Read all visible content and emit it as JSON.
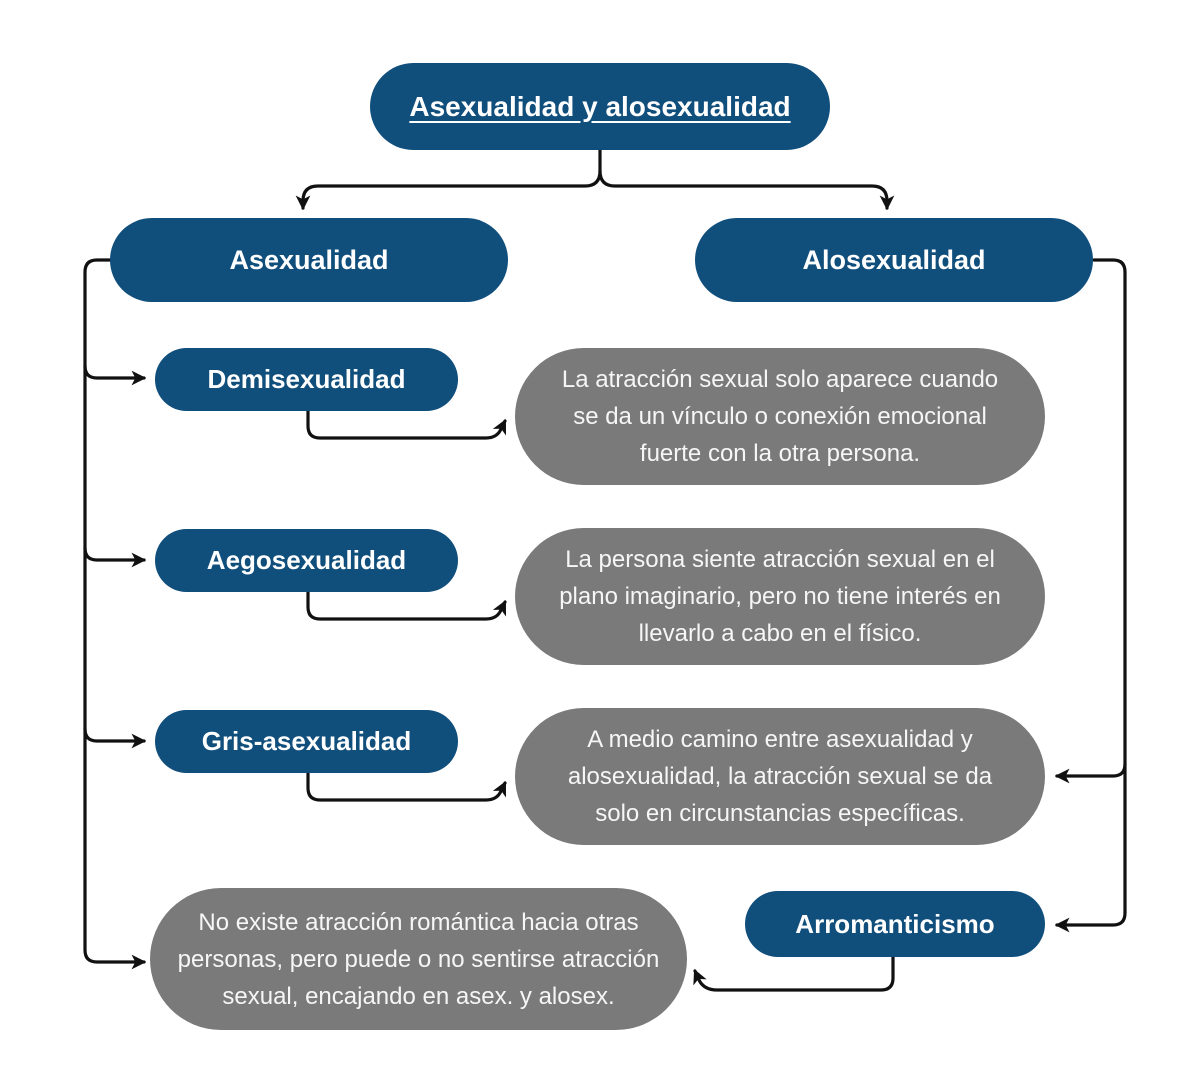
{
  "colors": {
    "node_blue": "#104e7c",
    "node_gray": "#7a7a7a",
    "pill_text": "#ffffff",
    "desc_text": "#f6f6f6",
    "connector": "#111111",
    "background": "#ffffff"
  },
  "diagram": {
    "title": "Asexualidad y alosexualidad",
    "branches": {
      "left": "Asexualidad",
      "right": "Alosexualidad"
    },
    "subtypes": [
      {
        "label": "Demisexualidad",
        "description": "La atracción sexual solo aparece cuando se da un vínculo o conexión emocional fuerte con la otra persona."
      },
      {
        "label": "Aegosexualidad",
        "description": "La persona siente atracción sexual en el plano imaginario, pero no tiene interés en llevarlo a cabo en el físico."
      },
      {
        "label": "Gris-asexualidad",
        "description": "A medio camino entre asexualidad y alosexualidad, la atracción sexual se da solo en circunstancias específicas."
      },
      {
        "label": "Arromanticismo",
        "description": "No existe atracción romántica hacia otras personas, pero puede o no sentirse atracción sexual, encajando en asex. y alosex."
      }
    ]
  }
}
